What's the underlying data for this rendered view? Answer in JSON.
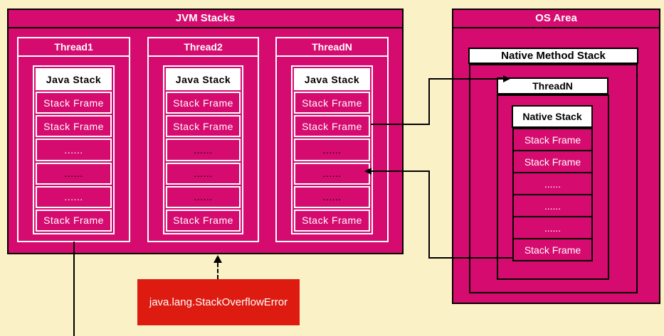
{
  "colors": {
    "background": "#FBF1C7",
    "box_fill": "#D60B6F",
    "error_fill": "#DD1B10",
    "line": "#000000"
  },
  "jvm": {
    "title": "JVM Stacks",
    "threads": [
      {
        "title": "Thread1",
        "stack_title": "Java Stack",
        "rows": [
          {
            "label": "Stack Frame",
            "color": "#FFFFFF"
          },
          {
            "label": "Stack Frame",
            "color": "#FFFFFF"
          },
          {
            "label": "......",
            "color": "#FFFFFF"
          },
          {
            "label": "......",
            "color": "#000000"
          },
          {
            "label": "......",
            "color": "#FFFFFF"
          },
          {
            "label": "Stack Frame",
            "color": "#FFFFFF"
          }
        ]
      },
      {
        "title": "Thread2",
        "stack_title": "Java Stack",
        "rows": [
          {
            "label": "Stack Frame",
            "color": "#FFFFFF"
          },
          {
            "label": "Stack Frame",
            "color": "#FFFFFF"
          },
          {
            "label": "......",
            "color": "#000000"
          },
          {
            "label": "......",
            "color": "#000000"
          },
          {
            "label": "......",
            "color": "#000000"
          },
          {
            "label": "Stack Frame",
            "color": "#FFFFFF"
          }
        ]
      },
      {
        "title": "ThreadN",
        "stack_title": "Java Stack",
        "rows": [
          {
            "label": "Stack Frame",
            "color": "#FFFFFF"
          },
          {
            "label": "Stack Frame",
            "color": "#FFFFFF"
          },
          {
            "label": "......",
            "color": "#000000"
          },
          {
            "label": "......",
            "color": "#000000"
          },
          {
            "label": "......",
            "color": "#000000"
          },
          {
            "label": "Stack Frame",
            "color": "#FFFFFF"
          }
        ]
      }
    ]
  },
  "os": {
    "title": "OS Area",
    "native_method_stack_label": "Native Method Stack",
    "thread_label": "ThreadN",
    "native_stack_label": "Native Stack",
    "rows": [
      {
        "label": "Stack Frame",
        "color": "#FFFFFF"
      },
      {
        "label": "Stack Frame",
        "color": "#FFFFFF"
      },
      {
        "label": "......",
        "color": "#FFFFFF"
      },
      {
        "label": "......",
        "color": "#FFFFFF"
      },
      {
        "label": "......",
        "color": "#FFFFFF"
      },
      {
        "label": "Stack Frame",
        "color": "#FFFFFF"
      }
    ]
  },
  "error": {
    "label": "java.lang.StackOverflowError"
  }
}
